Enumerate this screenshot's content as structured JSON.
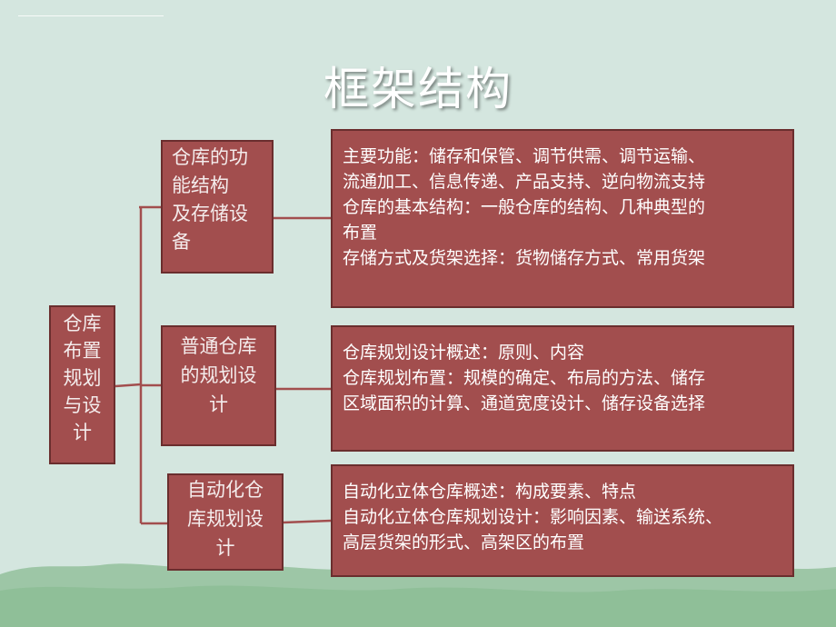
{
  "title": "框架结构",
  "root": {
    "label": "仓库\n布置\n规划\n与设\n计"
  },
  "branches": [
    {
      "label": "仓库的功\n能结构\n及存储设\n备",
      "detail": "主要功能：储存和保管、调节供需、调节运输、\n流通加工、信息传递、产品支持、逆向物流支持\n仓库的基本结构：一般仓库的结构、几种典型的\n布置\n存储方式及货架选择：货物储存方式、常用货架"
    },
    {
      "label": "普通仓库\n的规划设\n计",
      "detail": "仓库规划设计概述：原则、内容\n仓库规划布置：规模的确定、布局的方法、储存\n区域面积的计算、通道宽度设计、储存设备选择"
    },
    {
      "label": "自动化仓\n库规划设\n计",
      "detail": "自动化立体仓库概述：构成要素、特点\n自动化立体仓库规划设计：影响因素、输送系统、\n高层货架的形式、高架区的布置"
    }
  ],
  "colors": {
    "background": "#d4e6df",
    "box_fill": "#a24e4e",
    "box_border": "#6a2e2e",
    "connector": "#a24e4e",
    "ground": "#9dc6a6"
  }
}
